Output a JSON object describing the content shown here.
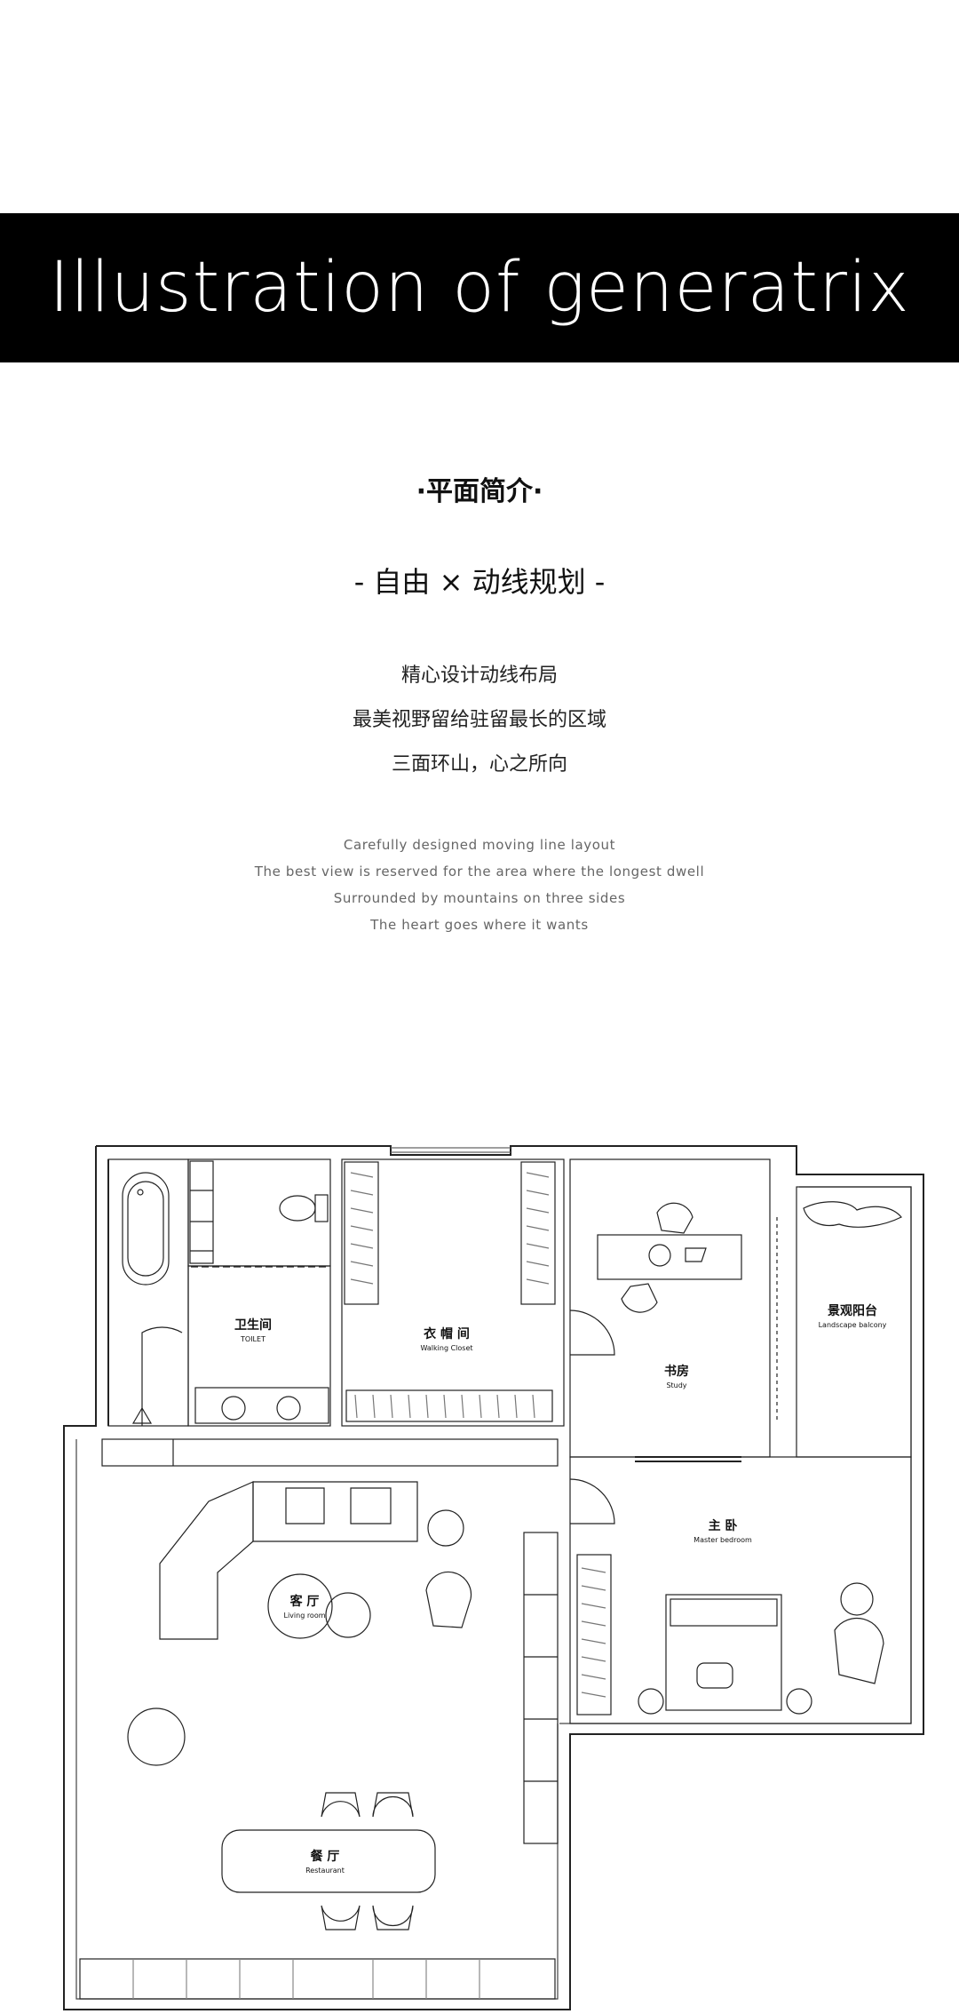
{
  "banner": {
    "title": "Illustration of generatrix"
  },
  "section_title": "·平面简介·",
  "subtitle": "- 自由 × 动线规划 -",
  "description_zh": [
    "精心设计动线布局",
    "最美视野留给驻留最长的区域",
    "三面环山，心之所向"
  ],
  "description_en": [
    "Carefully designed moving line layout",
    "The best view is reserved for the area where the longest dwell",
    "Surrounded by mountains on three sides",
    "The heart goes where it wants"
  ],
  "rooms": {
    "toilet": {
      "zh": "卫生间",
      "en": "TOILET"
    },
    "closet": {
      "zh": "衣 帽 间",
      "en": "Walking Closet"
    },
    "study": {
      "zh": "书房",
      "en": "Study"
    },
    "balcony": {
      "zh": "景观阳台",
      "en": "Landscape balcony"
    },
    "master": {
      "zh": "主 卧",
      "en": "Master bedroom"
    },
    "living": {
      "zh": "客 厅",
      "en": "Living room"
    },
    "restaurant": {
      "zh": "餐 厅",
      "en": "Restaurant"
    }
  }
}
